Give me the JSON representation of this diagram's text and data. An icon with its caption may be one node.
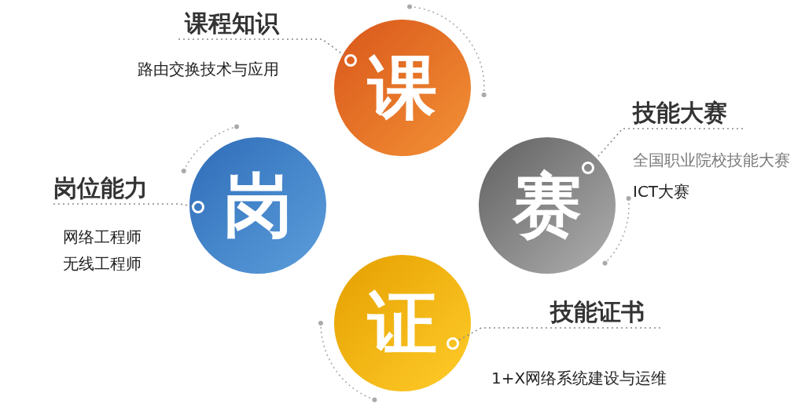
{
  "diagram": {
    "nodes": [
      {
        "text": [
          "课"
        ]
      },
      {
        "text": [],
        "shape": "circle",
        "in": 0
      },
      {
        "text": [
          "赛"
        ]
      },
      {
        "text": [],
        "shape": "circle",
        "in": 2
      },
      {
        "text": [
          "证"
        ]
      },
      {
        "text": [],
        "shape": "circle",
        "in": 4
      },
      {
        "text": [
          "岗"
        ]
      },
      {
        "text": [],
        "shape": "circle",
        "in": 6
      },
      {
        "text": [
          "课程知识"
        ],
        "beside": [
          "路由交换技术与应用"
        ]
      },
      {
        "text": [
          "技能大赛"
        ],
        "beside": [
          "全国职业院校技能大赛",
          "ICT大赛"
        ]
      },
      {
        "text": [
          "岗位能力"
        ],
        "beside": [
          "网络工程师",
          "无线工程师"
        ]
      },
      {
        "text": [
          "技能证书"
        ],
        "beside": [
          "1+X网络系统建设与运维"
        ]
      }
    ],
    "edges": [
      {
        "from": 8,
        "to": 1,
        "arrow": "none",
        "style": "dashed"
      },
      {
        "from": 9,
        "to": 3,
        "arrow": "none",
        "style": "dashed"
      },
      {
        "from": 10,
        "to": 7,
        "arrow": "none",
        "style": "dashed"
      },
      {
        "from": 11,
        "to": 5,
        "arrow": "none",
        "style": "dashed"
      }
    ]
  }
}
